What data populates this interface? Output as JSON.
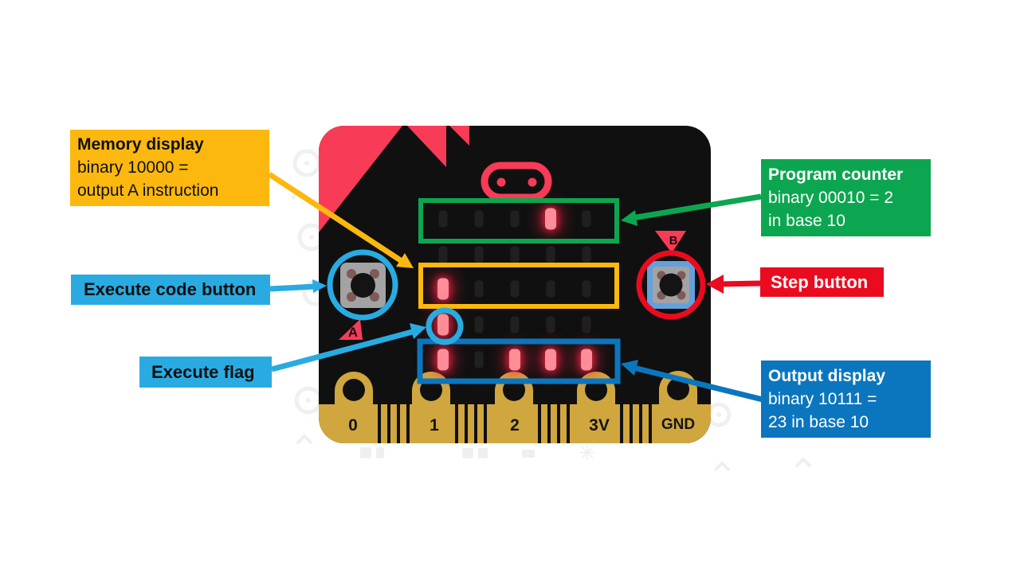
{
  "annotations": {
    "memory_display": {
      "title": "Memory display",
      "line2": "binary 10000 =",
      "line3": "output A instruction"
    },
    "program_counter": {
      "title": "Program counter",
      "line2": "binary 00010 = 2",
      "line3": "in base 10"
    },
    "execute_code_button": {
      "title": "Execute code button"
    },
    "step_button": {
      "title": "Step button"
    },
    "execute_flag": {
      "title": "Execute flag"
    },
    "output_display": {
      "title": "Output display",
      "line2": "binary 10111 =",
      "line3": "23 in base 10"
    }
  },
  "board": {
    "button_a_label": "A",
    "button_b_label": "B",
    "pins": [
      {
        "label": "0"
      },
      {
        "label": "1"
      },
      {
        "label": "2"
      },
      {
        "label": "3V"
      },
      {
        "label": "GND"
      }
    ],
    "led_rows": [
      "00010",
      "00000",
      "10000",
      "10000",
      "10111"
    ]
  },
  "colors": {
    "yellow": "#FCB80E",
    "green": "#0DA650",
    "light_blue": "#29ABE2",
    "dark_blue": "#0B76BE",
    "red": "#EA0B1F",
    "board_accent_red": "#F83B56",
    "board_black": "#101010",
    "gold": "#D0A63F",
    "led_on": "#FC8D99",
    "led_glow": "#FF2442",
    "led_off": "#202020"
  }
}
